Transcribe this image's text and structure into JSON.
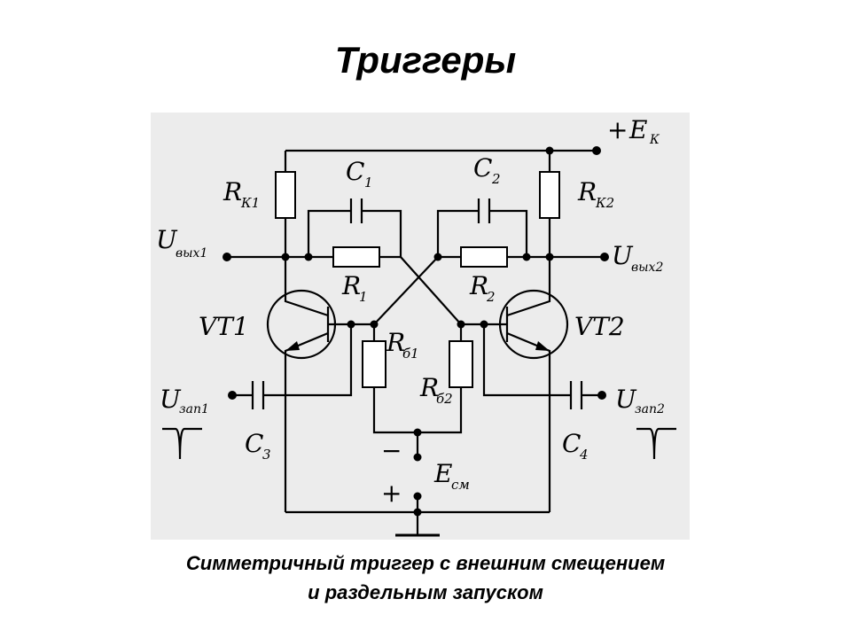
{
  "slide": {
    "title": "Триггеры",
    "caption_line1": "Симметричный триггер с внешним смещением",
    "caption_line2": "и раздельным запуском"
  },
  "circuit": {
    "supply_plus": "+",
    "supply_main": "E",
    "supply_sub": "К",
    "rk1_main": "R",
    "rk1_sub": "К1",
    "rk2_main": "R",
    "rk2_sub": "К2",
    "c1_main": "C",
    "c1_sub": "1",
    "c2_main": "C",
    "c2_sub": "2",
    "r1_main": "R",
    "r1_sub": "1",
    "r2_main": "R",
    "r2_sub": "2",
    "uout1_main": "U",
    "uout1_sub": "вых1",
    "uout2_main": "U",
    "uout2_sub": "вых2",
    "vt1_label": "VT1",
    "vt2_label": "VT2",
    "rb1_main": "R",
    "rb1_sub": "б1",
    "rb2_main": "R",
    "rb2_sub": "б2",
    "uzap1_main": "U",
    "uzap1_sub": "зап1",
    "uzap2_main": "U",
    "uzap2_sub": "зап2",
    "c3_main": "C",
    "c3_sub": "3",
    "c4_main": "C",
    "c4_sub": "4",
    "bias_minus": "−",
    "bias_plus": "+",
    "bias_main": "E",
    "bias_sub": "см"
  }
}
